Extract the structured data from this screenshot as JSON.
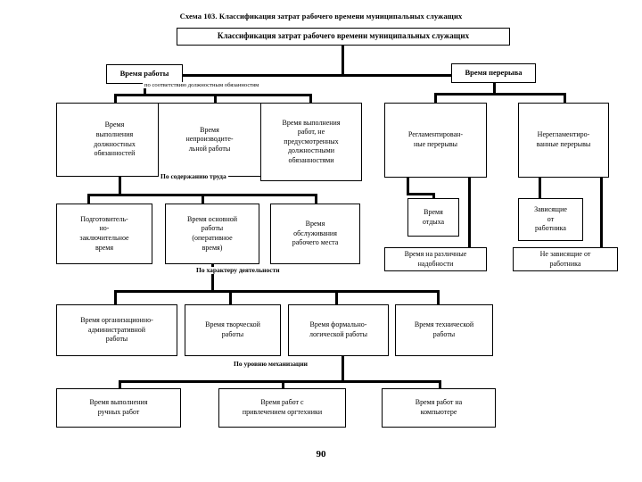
{
  "slide": {
    "title": "Схема 103. Классификация затрат рабочего времени муниципальных служащих",
    "page_number": "90"
  },
  "diagram": {
    "type": "hierarchy-tree",
    "root": {
      "label": "Классификация затрат рабочего времени муниципальных служащих"
    },
    "level1": [
      {
        "label": "Время работы"
      },
      {
        "label": "Время перерыва"
      }
    ],
    "branch_labels": {
      "by_duties": "по соответствию должностным обязанностям",
      "by_content_of_labour": "По содержанию труда",
      "by_nature_of_activity": "По характеру деятельности",
      "by_mechanization_level": "По уровню механизации"
    },
    "work_time_children": [
      {
        "label": "Время\nвыполнения\nдолжностных\nобязанностей"
      },
      {
        "label": "Время\nнепроизводите-\nльной работы"
      },
      {
        "label": "Время выполнения\nработ, не\nпредусмотренных\nдолжностными\nобязанностями"
      }
    ],
    "break_time_children": [
      {
        "label": "Регламентирован-\nные перерывы"
      },
      {
        "label": "Нерегламентиро-\nванные перерывы"
      }
    ],
    "regulated_break_children": [
      {
        "label": "Время\nотдыха"
      },
      {
        "label": "Время на различные\nнадобности"
      }
    ],
    "unregulated_break_children": [
      {
        "label": "Зависящие\nот\nработника"
      },
      {
        "label": "Не зависящие от\nработника"
      }
    ],
    "by_content_children": [
      {
        "label": "Подготовитель-\nно-\nзаключительное\nвремя"
      },
      {
        "label": "Время основной\nработы\n(оперативное\nвремя)"
      },
      {
        "label": "Время\nобслуживания\nрабочего места"
      }
    ],
    "by_nature_children": [
      {
        "label": "Время организационно-\nадминистративной\nработы"
      },
      {
        "label": "Время творческой\nработы"
      },
      {
        "label": "Время формально-\nлогической работы"
      },
      {
        "label": "Время технической\nработы"
      }
    ],
    "by_mechanization_children": [
      {
        "label": "Время выполнения\nручных работ"
      },
      {
        "label": "Время работ с\nпривлечением оргтехники"
      },
      {
        "label": "Время работ на\nкомпьютере"
      }
    ]
  },
  "colors": {
    "ink": "#000000",
    "paper": "#ffffff"
  }
}
